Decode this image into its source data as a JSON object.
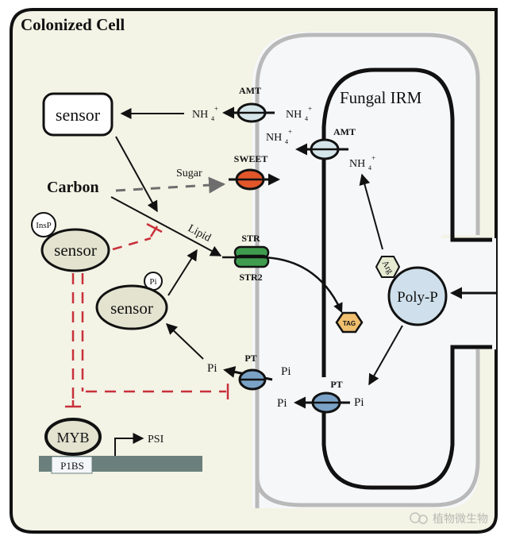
{
  "title": "Colonized Cell",
  "fungal_label": "Fungal IRM",
  "colors": {
    "cell_bg": "#f3f3e6",
    "fungal_zone_bg": "#f6f7f9",
    "membrane_gray": "#b9b9b9",
    "outline": "#111111",
    "amt_fill": "#d5e6ea",
    "sweet_fill": "#e2562a",
    "str_fill": "#3f9c4e",
    "pt_fill": "#7aa2c7",
    "polyp_fill": "#cfe0ec",
    "arg_fill": "#e6ebd2",
    "tag_fill": "#f0c070",
    "sensor_fill": "#e3e3d0",
    "inhibit_red": "#c8303a",
    "sugar_gray": "#6e6e6e",
    "dna_bar": "#6b807c"
  },
  "nodes": {
    "sensor_n": "sensor",
    "carbon": "Carbon",
    "sensor_insp": "sensor",
    "insp_badge": "InsP",
    "sensor_pi": "sensor",
    "pi_badge": "Pi",
    "myb": "MYB",
    "pibs": "P1BS",
    "psi": "PSI",
    "polyp": "Poly-P",
    "arg": "Arg",
    "tag": "TAG"
  },
  "transporters": {
    "amt_plant": "AMT",
    "amt_fungal": "AMT",
    "sweet": "SWEET",
    "str": "STR",
    "str2": "STR2",
    "pt_plant": "PT",
    "pt_fungal": "PT"
  },
  "flux_labels": {
    "nh4_plant_left": "NH",
    "nh4_plant_right": "NH",
    "nh4_fungal_left": "NH",
    "nh4_fungal_right": "NH",
    "nh4_sub": "4",
    "nh4_sup": "+",
    "sugar": "Sugar",
    "lipid": "Lipid",
    "pi_plant_left": "Pi",
    "pi_plant_right": "Pi",
    "pi_fungal_left": "Pi",
    "pi_fungal_right": "Pi"
  },
  "watermark": "植物微生物"
}
